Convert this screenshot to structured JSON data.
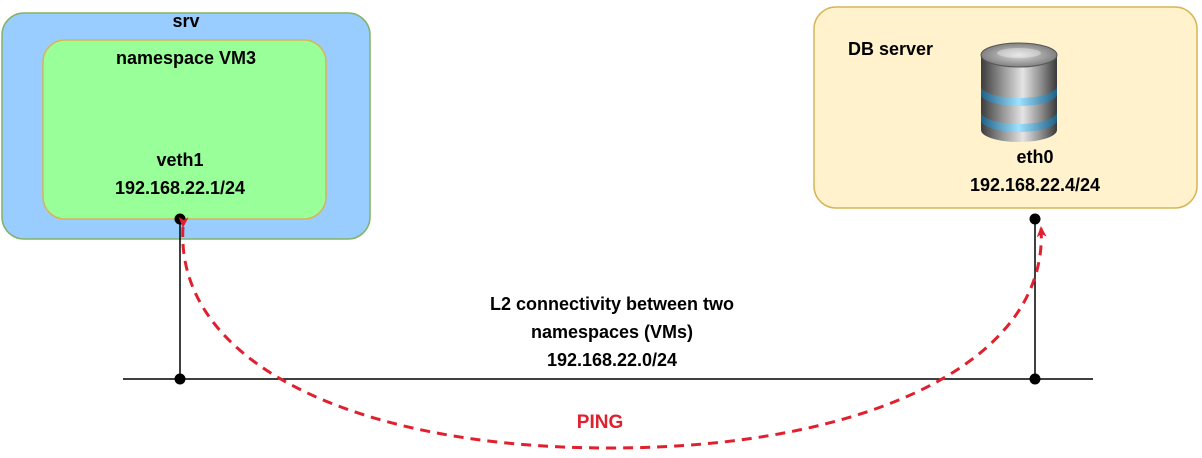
{
  "srv": {
    "title": "srv",
    "fill": "#99ccff",
    "stroke": "#82b366"
  },
  "namespace": {
    "title": "namespace VM3",
    "iface": "veth1",
    "ip": "192.168.22.1/24",
    "fill": "#99ff99",
    "stroke": "#d6b656"
  },
  "db": {
    "title": "DB server",
    "iface": "eth0",
    "ip": "192.168.22.4/24",
    "fill": "#fff2cc",
    "stroke": "#d6b656",
    "icon": "database-icon"
  },
  "link": {
    "line1": "L2 connectivity between two",
    "line2": "namespaces (VMs)",
    "subnet": "192.168.22.0/24"
  },
  "ping": {
    "label": "PING",
    "color": "#e0202e"
  }
}
